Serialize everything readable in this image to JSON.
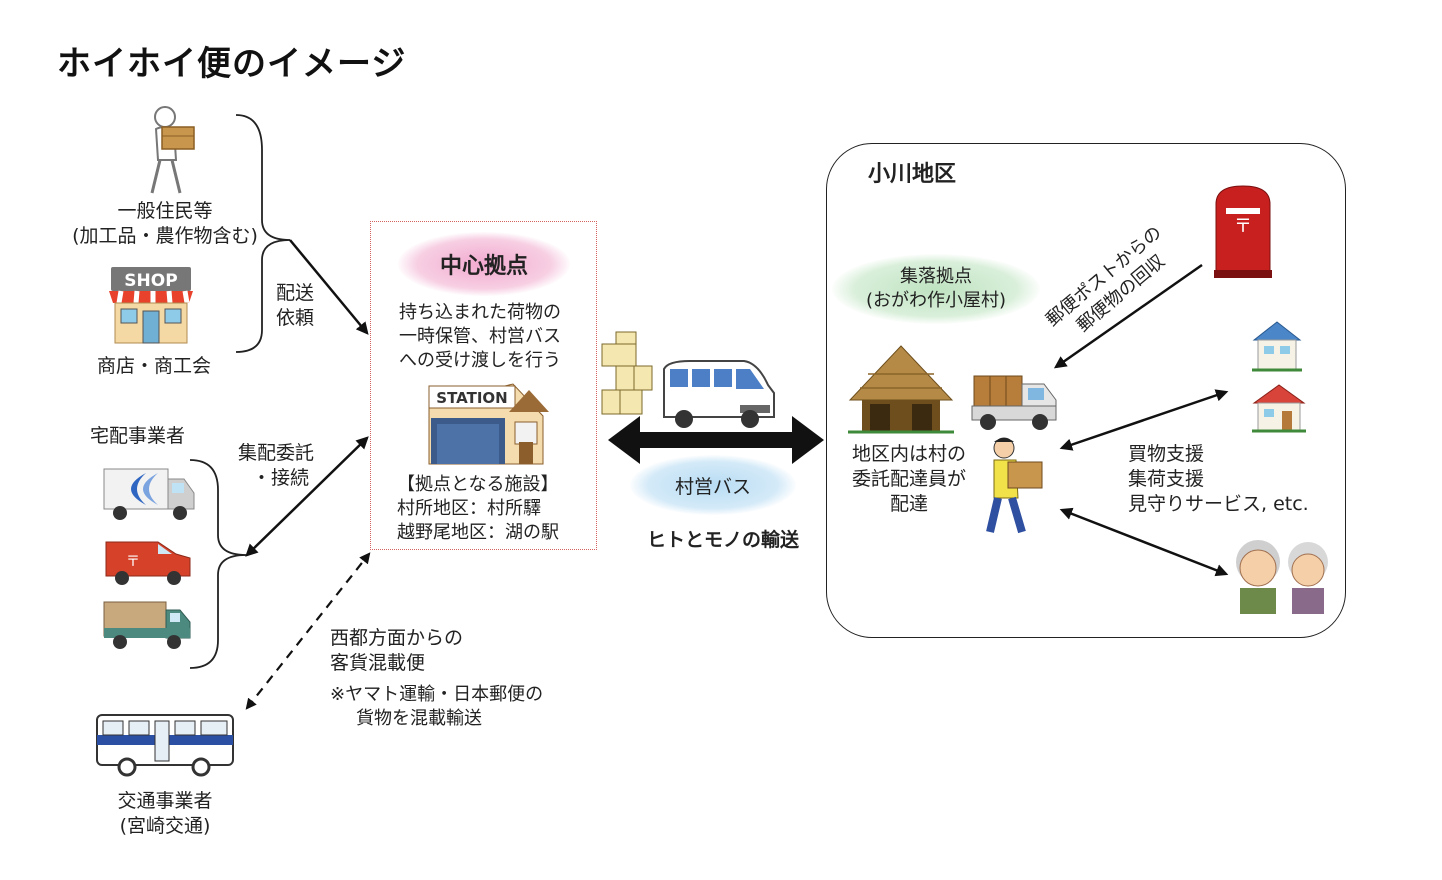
{
  "title": "ホイホイ便のイメージ",
  "left": {
    "residents": {
      "line1": "一般住民等",
      "line2": "(加工品・農作物含む)"
    },
    "shop": {
      "sign": "SHOP",
      "label": "商店・商工会"
    },
    "delivery_request": {
      "line1": "配送",
      "line2": "依頼"
    },
    "couriers": {
      "label": "宅配事業者"
    },
    "consign": {
      "line1": "集配委託",
      "line2": "・接続"
    },
    "transport": {
      "line1": "交通事業者",
      "line2": "(宮崎交通)"
    },
    "mixed_service": {
      "line1": "西都方面からの",
      "line2": "客貨混載便",
      "note1": "※ヤマト運輸・日本郵便の",
      "note2": "貨物を混載輸送"
    }
  },
  "hub": {
    "heading": "中心拠点",
    "desc1": "持ち込まれた荷物の",
    "desc2": "一時保管、村営バス",
    "desc3": "への受け渡しを行う",
    "station_sign": "STATION",
    "facilities_heading": "【拠点となる施設】",
    "facility1": "村所地区：村所驛",
    "facility2": "越野尾地区：湖の駅"
  },
  "bus": {
    "label": "村営バス",
    "caption": "ヒトとモノの輸送"
  },
  "region": {
    "title": "小川地区",
    "settlement": {
      "line1": "集落拠点",
      "line2": "(おがわ作小屋村)"
    },
    "postbox": {
      "line1": "郵便ポストからの",
      "line2": "郵便物の回収"
    },
    "deliverer": {
      "line1": "地区内は村の",
      "line2": "委託配達員が",
      "line3": "配達"
    },
    "services": {
      "line1": "買物支援",
      "line2": "集荷支援",
      "line3": "見守りサービス, etc."
    }
  },
  "colors": {
    "hub_border": "#d46060",
    "hub_pill": "#f2a8cf",
    "settlement_pill": "#bfe3c1",
    "bus_pill": "#b8dcf4",
    "postbox": "#c8201e",
    "arrow": "#111111"
  }
}
